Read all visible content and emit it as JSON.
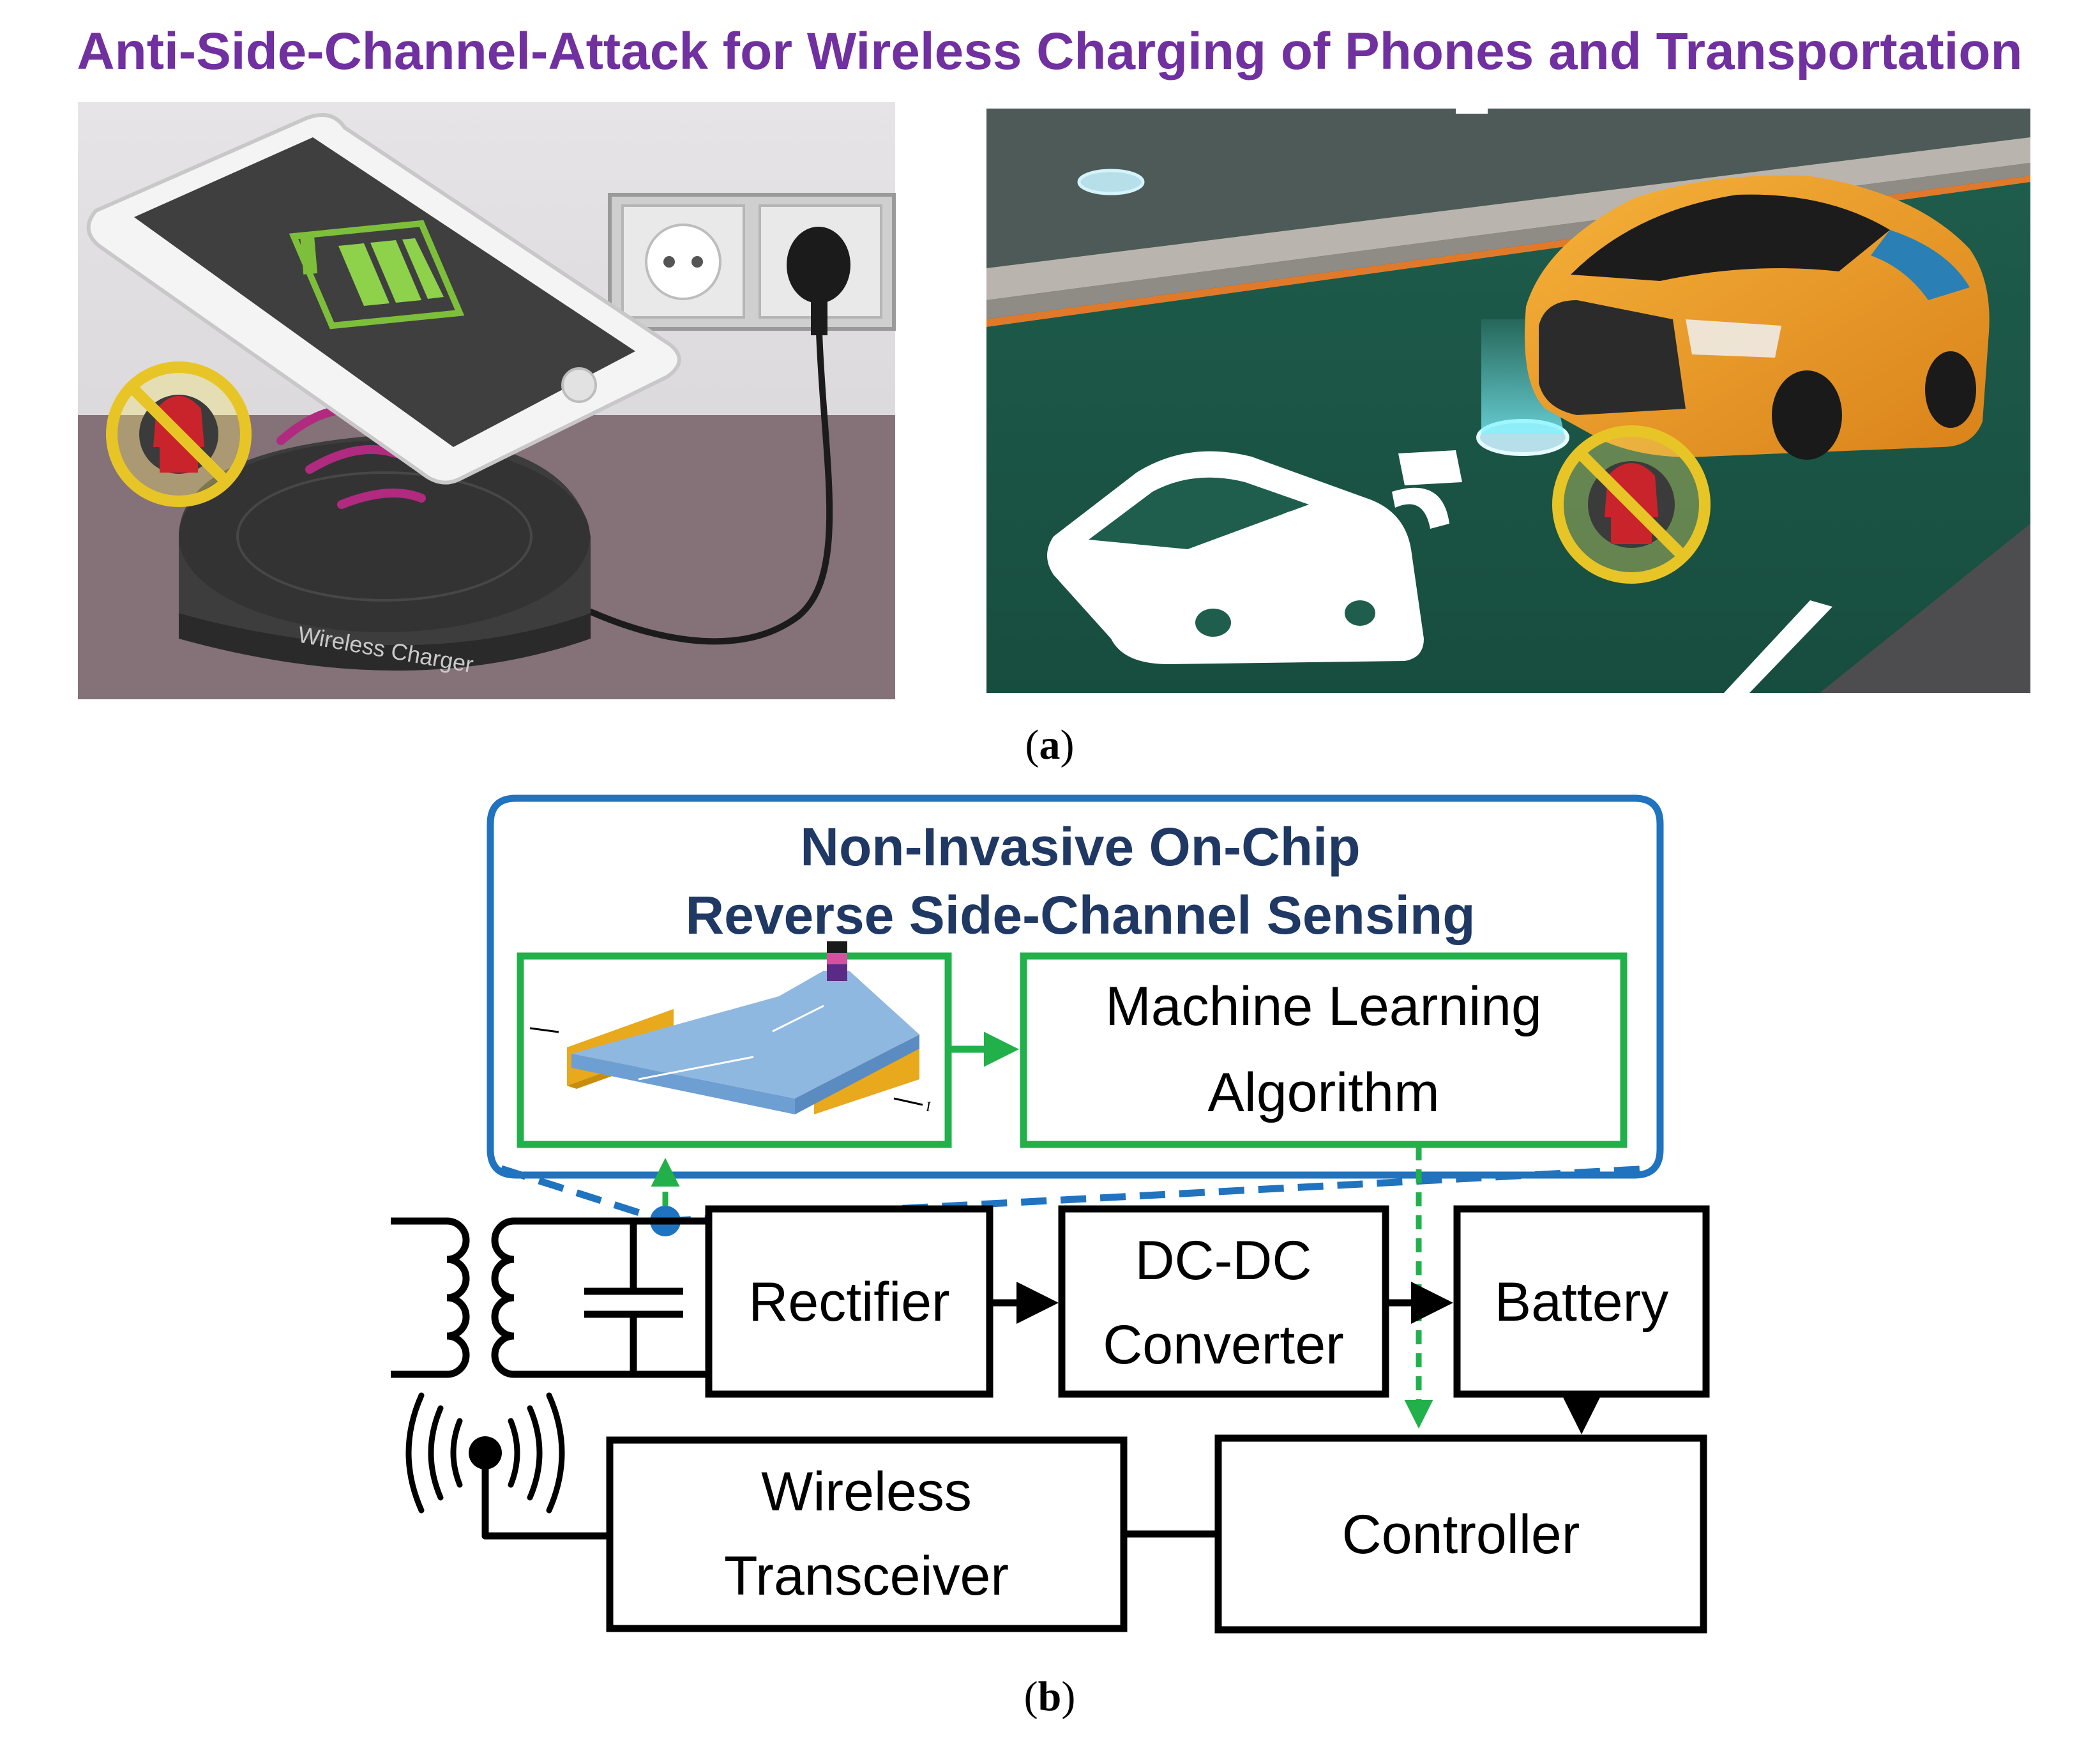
{
  "figure_title": "Anti-Side-Channel-Attack for Wireless Charging of Phones and Transportation",
  "panel_a": {
    "label_open": "(",
    "label_letter": "a",
    "label_close": ")",
    "charger_text": "Wireless Charger"
  },
  "panel_b": {
    "label_open": "(",
    "label_letter": "b",
    "label_close": ")",
    "sensing_title_line1": "Non-Invasive On-Chip",
    "sensing_title_line2": "Reverse Side-Channel Sensing",
    "ml_line1": "Machine Learning",
    "ml_line2": "Algorithm",
    "rectifier": "Rectifier",
    "dcdc_line1": "DC-DC",
    "dcdc_line2": "Converter",
    "battery": "Battery",
    "transceiver_line1": "Wireless",
    "transceiver_line2": "Transceiver",
    "controller": "Controller",
    "sensor_current_label": "I"
  },
  "colors": {
    "title_purple": "#7030a0",
    "sensing_title_navy": "#1f3864",
    "frame_blue": "#1f73bf",
    "green": "#22b04b",
    "black": "#000000"
  }
}
